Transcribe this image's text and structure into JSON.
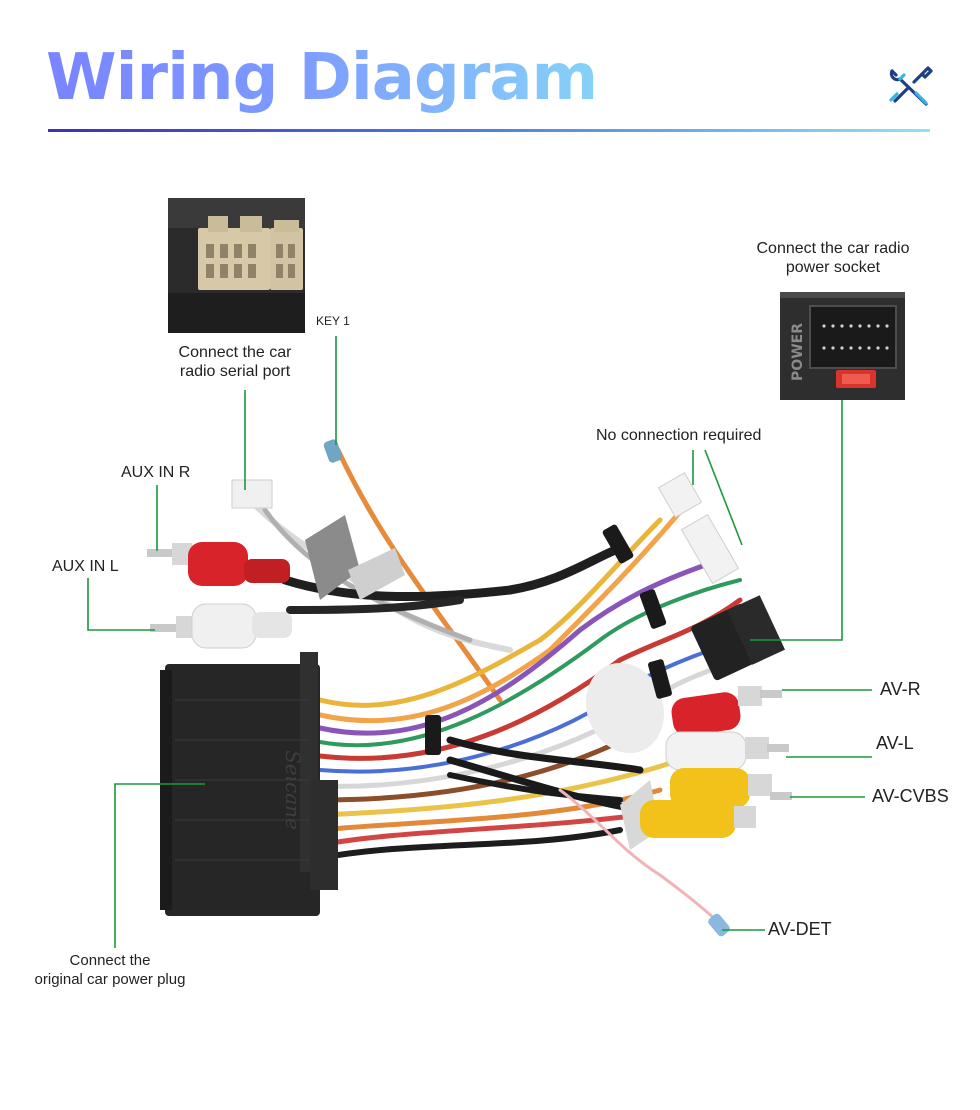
{
  "header": {
    "title": "Wiring Diagram",
    "icon": "wrench-screwdriver-icon"
  },
  "colors": {
    "title_gradient_start": "#7a84ff",
    "title_gradient_end": "#86d2f8",
    "leader_line": "#1a9a3a",
    "rule_start": "#3f2fb8",
    "rule_end": "#8fe3f2"
  },
  "labels": {
    "serial_port": [
      "Connect the car",
      "radio  serial port"
    ],
    "key1": "KEY 1",
    "power_socket": [
      "Connect the car radio",
      "power socket"
    ],
    "no_connection": "No connection required",
    "aux_in_r": "AUX IN R",
    "aux_in_l": "AUX IN L",
    "av_r": "AV-R",
    "av_l": "AV-L",
    "av_cvbs": "AV-CVBS",
    "av_det": "AV-DET",
    "power_plug": [
      "Connect the",
      "original car power plug"
    ]
  },
  "photo_text": {
    "power_socket_marking": "POWER",
    "brand": "Seicane"
  }
}
